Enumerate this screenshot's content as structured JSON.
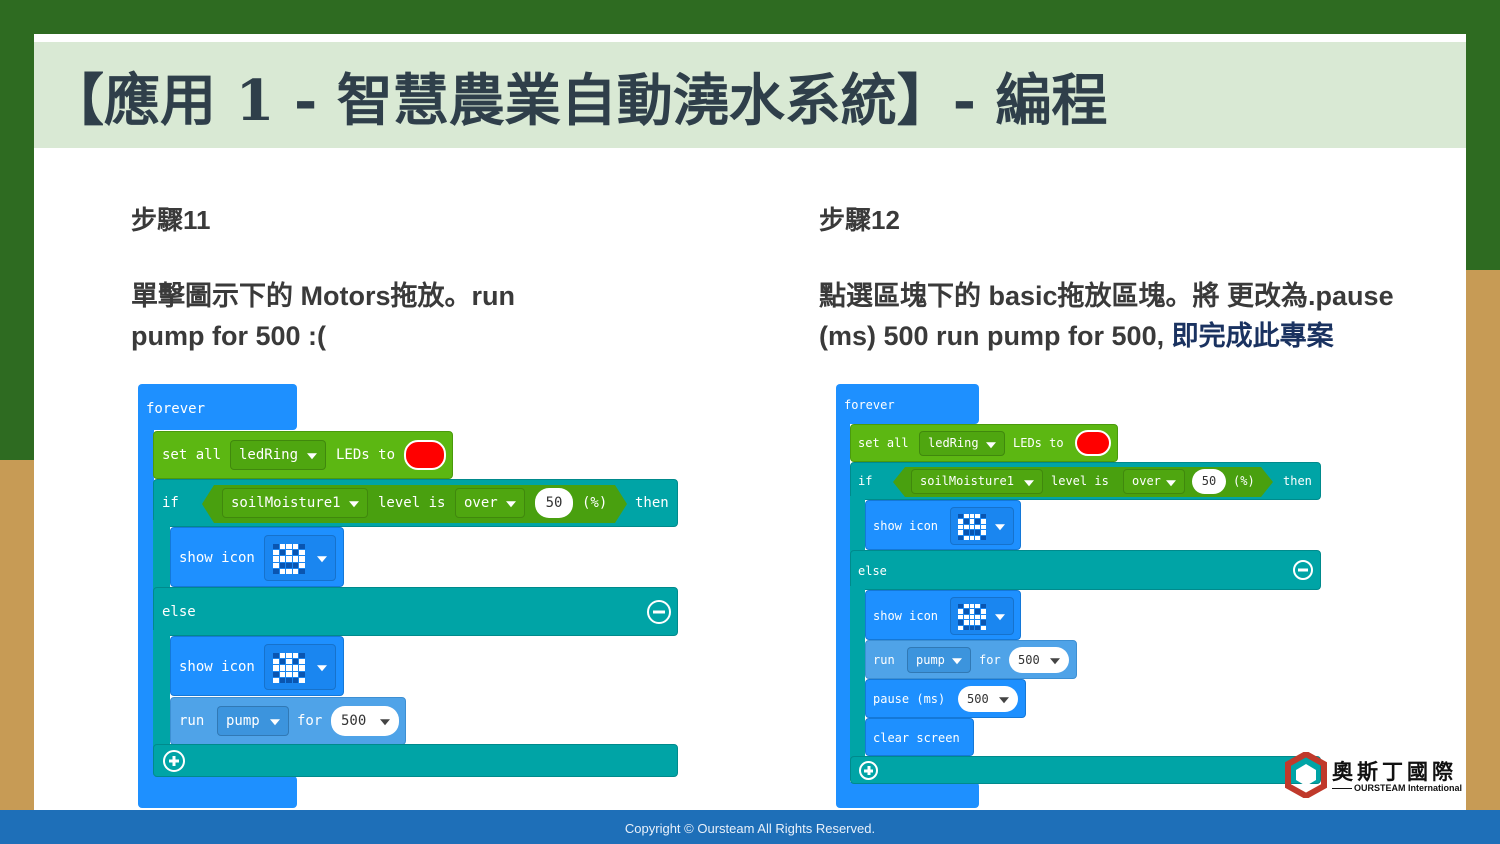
{
  "title": "【應用 1 - 智慧農業自動澆水系統】- 編程",
  "step11": {
    "heading": "步驟11",
    "desc": "單擊圖示下的  Motors拖放。run pump for 500 :("
  },
  "step12": {
    "heading": "步驟12",
    "desc_main": "點選區塊下的 basic拖放區塊。將  更改為.pause (ms) 500 run pump for 500,",
    "desc_highlight": "即完成此專案"
  },
  "code": {
    "forever": "forever",
    "set_all": "set all",
    "ledring": "ledRing",
    "leds_to": "LEDs to",
    "if": "if",
    "sensor": "soilMoisture1",
    "level_is": "level is",
    "over": "over",
    "threshold": "50",
    "percent": "(%)",
    "then": "then",
    "show_icon": "show icon",
    "else": "else",
    "run": "run",
    "pump": "pump",
    "for": "for",
    "duration": "500",
    "pause_ms": "pause (ms)",
    "pause_value": "500",
    "clear_screen": "clear screen"
  },
  "colors": {
    "loop": "#1e90ff",
    "logic": "#00a4a6",
    "neopixel": "#5cb712",
    "led_red": "#ff0000"
  },
  "logo": {
    "cn": "奧斯丁國際",
    "en": "OURSTEAM International"
  },
  "footer": "Copyright © Oursteam All Rights Reserved."
}
